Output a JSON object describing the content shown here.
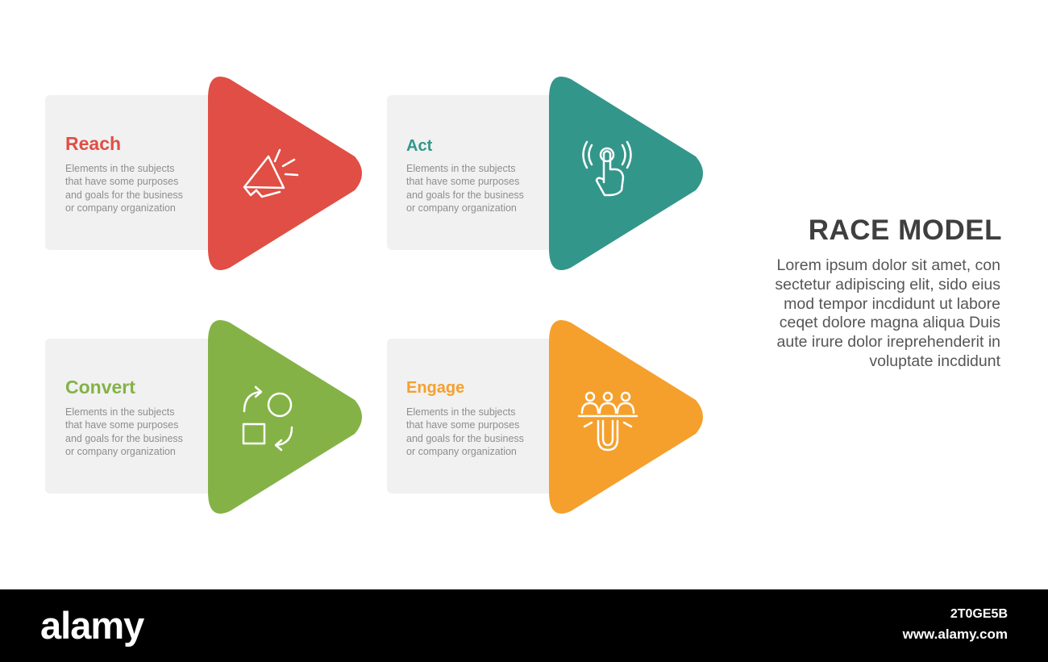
{
  "steps": [
    {
      "title": "Reach",
      "color": "#e04e45",
      "icon": "megaphone-icon",
      "description": "Elements in the subjects\nthat have some purposes\nand goals for the  business\nor company organization"
    },
    {
      "title": "Act",
      "color": "#33968a",
      "icon": "tap-hand-icon",
      "description": "Elements in the subjects\nthat have some purposes\nand goals for the  business\nor company organization"
    },
    {
      "title": "Convert",
      "color": "#84b247",
      "icon": "shapes-cycle-icon",
      "description": "Elements in the subjects\nthat have some purposes\nand goals for the  business\nor company organization"
    },
    {
      "title": "Engage",
      "color": "#f5a02c",
      "icon": "magnet-people-icon",
      "description": "Elements in the subjects\nthat have some purposes\nand goals for the  business\nor company organization"
    }
  ],
  "model": {
    "title": "RACE MODEL",
    "body": "Lorem ipsum dolor sit amet, con\nsectetur adipiscing elit, sido eius\nmod tempor incdidunt ut labore\nceqet dolore magna aliqua Duis\naute irure dolor ireprehenderit in\nvoluptate incdidunt"
  },
  "footer": {
    "logo": "alamy",
    "image_code": "2T0GE5B",
    "url": "www.alamy.com"
  }
}
